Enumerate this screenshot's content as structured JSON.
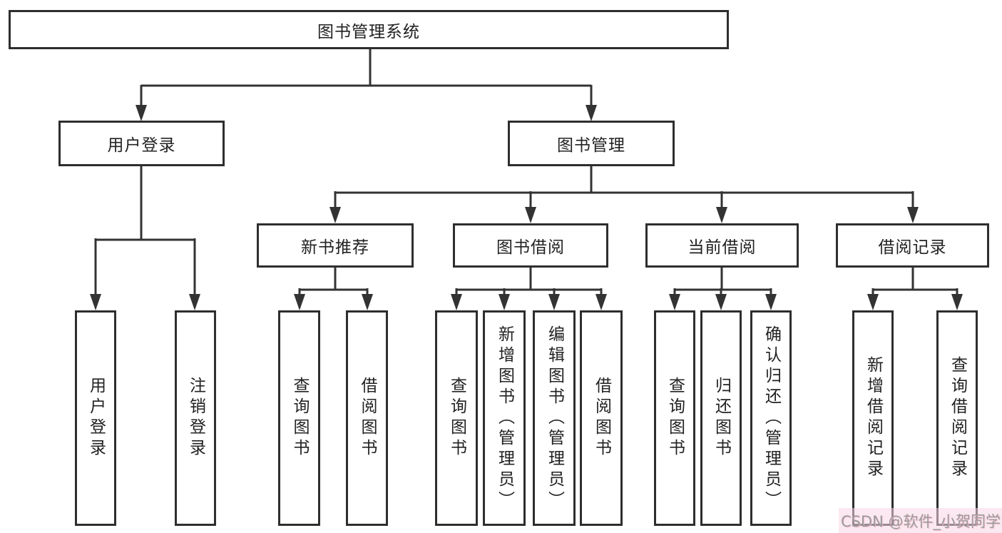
{
  "diagram": {
    "root": {
      "label": "图书管理系统"
    },
    "level1": [
      {
        "label": "用户登录"
      },
      {
        "label": "图书管理"
      }
    ],
    "level2": [
      {
        "label": "新书推荐",
        "parent": "图书管理"
      },
      {
        "label": "图书借阅",
        "parent": "图书管理"
      },
      {
        "label": "当前借阅",
        "parent": "图书管理"
      },
      {
        "label": "借阅记录",
        "parent": "图书管理"
      }
    ],
    "leaves": [
      {
        "label": "用户登录",
        "parent": "用户登录"
      },
      {
        "label": "注销登录",
        "parent": "用户登录"
      },
      {
        "label": "查询图书",
        "parent": "新书推荐"
      },
      {
        "label": "借阅图书",
        "parent": "新书推荐"
      },
      {
        "label": "查询图书",
        "parent": "图书借阅"
      },
      {
        "label": "新增图书（管理员）",
        "parent": "图书借阅"
      },
      {
        "label": "编辑图书（管理员）",
        "parent": "图书借阅"
      },
      {
        "label": "借阅图书",
        "parent": "图书借阅"
      },
      {
        "label": "查询图书",
        "parent": "当前借阅"
      },
      {
        "label": "归还图书",
        "parent": "当前借阅"
      },
      {
        "label": "确认归还（管理员）",
        "parent": "当前借阅"
      },
      {
        "label": "新增借阅记录",
        "parent": "借阅记录"
      },
      {
        "label": "查询借阅记录",
        "parent": "借阅记录"
      }
    ],
    "colors": {
      "line": "#333333",
      "box_border": "#2e2e2e",
      "text": "#222222",
      "watermark_text": "#9b9b9b",
      "watermark_bg": "#f7d6e3"
    }
  },
  "watermark": {
    "text": "CSDN @软件_小贺同学"
  }
}
